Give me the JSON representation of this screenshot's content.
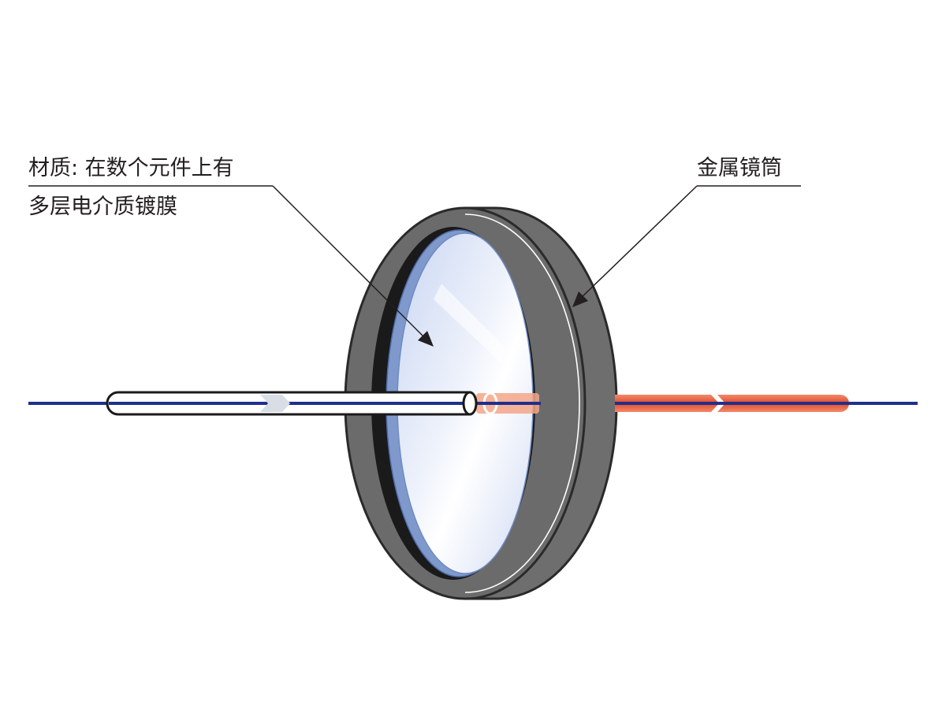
{
  "labels": {
    "coating_line1": "材质: 在数个元件上有",
    "coating_line2": "多层电介质镀膜",
    "housing": "金属镜筒"
  },
  "colors": {
    "beam_axis": "#1f2f8c",
    "input_rod_fill": "#ffffff",
    "transmitted_beam": "#e8553a",
    "transmitted_beam_light": "#f3a688",
    "mount_body": "#6e6e6e",
    "mount_edge": "#2a2a2a",
    "lens_glass": "#dfe6f8",
    "lens_rim": "#8fa6d4",
    "leader_line": "#231f20",
    "text": "#231f20"
  },
  "icons": {
    "direction_arrow_input": "chevron-right",
    "direction_arrow_output": "chevron-right"
  }
}
